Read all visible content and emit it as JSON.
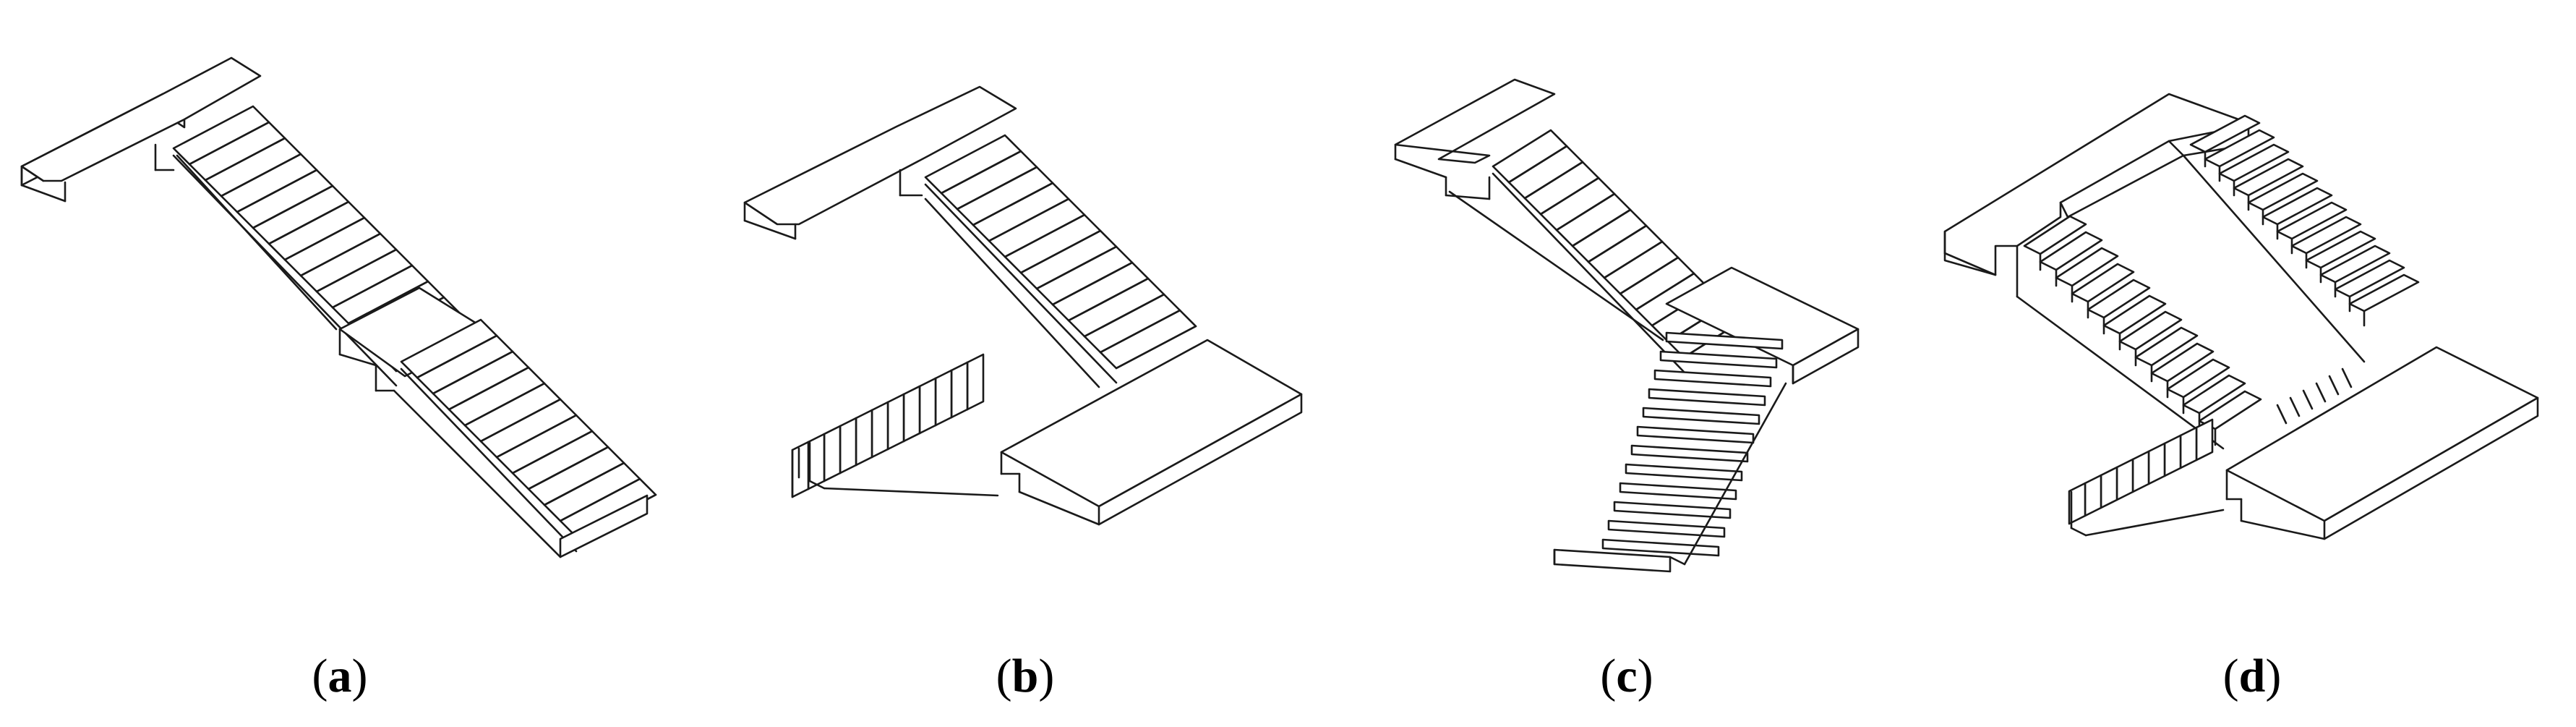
{
  "figure": {
    "panels": [
      {
        "id": "a",
        "label_open": "(",
        "label_letter": "a",
        "label_close": ")"
      },
      {
        "id": "b",
        "label_open": "(",
        "label_letter": "b",
        "label_close": ")"
      },
      {
        "id": "c",
        "label_open": "(",
        "label_letter": "c",
        "label_close": ")"
      },
      {
        "id": "d",
        "label_open": "(",
        "label_letter": "d",
        "label_close": ")"
      }
    ]
  },
  "style": {
    "line_color": "#1a1a1a",
    "fill_color": "#ffffff",
    "background": "#ffffff"
  }
}
